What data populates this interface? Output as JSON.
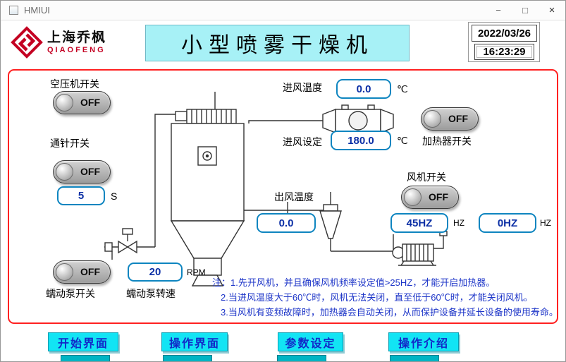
{
  "window": {
    "title": "HMIUI",
    "controls": {
      "minimize": "−",
      "maximize": "□",
      "close": "×"
    }
  },
  "header": {
    "logo_cn": "上海乔枫",
    "logo_en": "QIAOFENG",
    "banner_title": "小型喷雾干燥机",
    "date": "2022/03/26",
    "time": "16:23:29"
  },
  "left_panel": {
    "air_compressor": {
      "label": "空压机开关",
      "state": "OFF"
    },
    "needle": {
      "label": "通针开关",
      "state": "OFF"
    },
    "needle_interval": {
      "value": "5",
      "unit": "S"
    },
    "pump": {
      "label": "蠕动泵开关",
      "state": "OFF"
    },
    "pump_speed": {
      "label": "蠕动泵转速",
      "value": "20",
      "unit": "RPM"
    }
  },
  "process": {
    "inlet_temp": {
      "label": "进风温度",
      "value": "0.0",
      "unit": "℃"
    },
    "inlet_set": {
      "label": "进风设定",
      "value": "180.0",
      "unit": "℃"
    },
    "heater": {
      "label": "加热器开关",
      "state": "OFF"
    },
    "outlet_temp": {
      "label": "出风温度",
      "value": "0.0"
    },
    "fan": {
      "label": "风机开关",
      "state": "OFF"
    },
    "fan_freq_set": {
      "value": "45HZ",
      "unit": "HZ"
    },
    "fan_freq_actual": {
      "value": "0HZ",
      "unit": "HZ"
    }
  },
  "notes": [
    "注：1.先开风机，并且确保风机频率设定值>25HZ，才能开启加热器。",
    "2.当进风温度大于60℃时，风机无法关闭，直至低于60℃时，才能关闭风机。",
    "3.当风机有变频故障时，加热器会自动关闭，从而保护设备并延长设备的使用寿命。"
  ],
  "nav": [
    {
      "label": "开始界面"
    },
    {
      "label": "操作界面"
    },
    {
      "label": "参数设定"
    },
    {
      "label": "操作介绍"
    }
  ],
  "colors": {
    "banner_bg": "#a7f1f6",
    "frame_red": "#ff2020",
    "field_border": "#0e85c0",
    "field_text": "#0b2fa5",
    "nav_bg": "#12e4f4",
    "nav_text": "#1228c8",
    "note_text": "#1d35c8"
  }
}
